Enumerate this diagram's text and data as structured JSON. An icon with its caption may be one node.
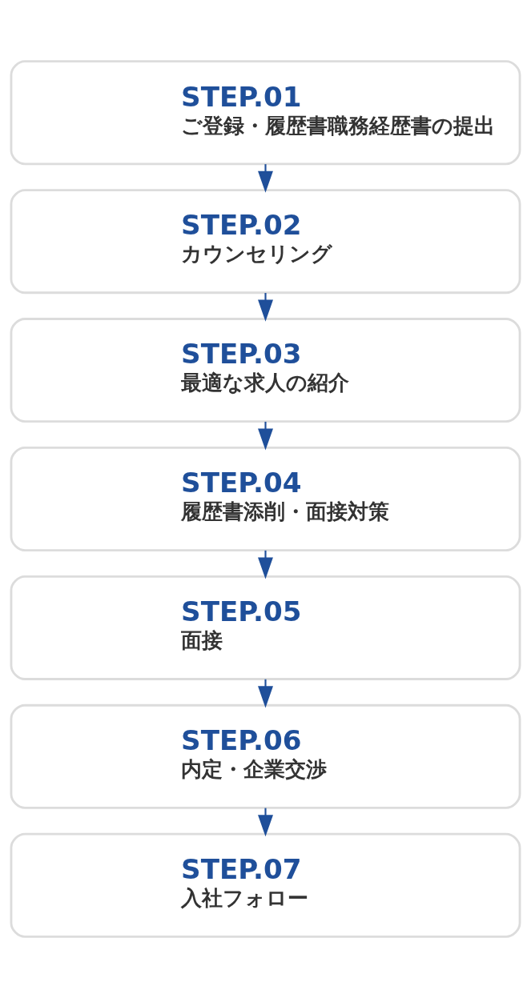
{
  "diagram": {
    "nodes": [
      {
        "text": [
          "STEP.01",
          "ご登録・履歴書職務経歴書の提出"
        ]
      },
      {
        "text": [
          "STEP.02",
          "カウンセリング"
        ]
      },
      {
        "text": [
          "STEP.03",
          "最適な求人の紹介"
        ]
      },
      {
        "text": [
          "STEP.04",
          "履歴書添削・面接対策"
        ]
      },
      {
        "text": [
          "STEP.05",
          "面接"
        ]
      },
      {
        "text": [
          "STEP.06",
          "内定・企業交渉"
        ]
      },
      {
        "text": [
          "STEP.07",
          "入社フォロー"
        ]
      }
    ],
    "edges": [
      {
        "from": 0,
        "to": 1,
        "arrow": "to"
      },
      {
        "from": 1,
        "to": 2,
        "arrow": "to"
      },
      {
        "from": 2,
        "to": 3,
        "arrow": "to"
      },
      {
        "from": 3,
        "to": 4,
        "arrow": "to"
      },
      {
        "from": 4,
        "to": 5,
        "arrow": "to"
      },
      {
        "from": 5,
        "to": 6,
        "arrow": "to"
      }
    ]
  }
}
